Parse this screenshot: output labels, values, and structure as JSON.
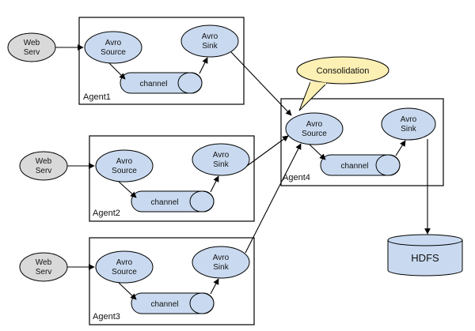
{
  "colors": {
    "node_fill": "#c9daf0",
    "web_fill": "#d9d9d9",
    "callout_fill": "#fdf0b4",
    "stroke": "#000000"
  },
  "web_servers": [
    {
      "line1": "Web",
      "line2": "Serv"
    },
    {
      "line1": "Web",
      "line2": "Serv"
    },
    {
      "line1": "Web",
      "line2": "Serv"
    }
  ],
  "agents": [
    {
      "label": "Agent1",
      "source": [
        "Avro",
        "Source"
      ],
      "sink": [
        "Avro",
        "Sink"
      ],
      "channel": "channel"
    },
    {
      "label": "Agent2",
      "source": [
        "Avro",
        "Source"
      ],
      "sink": [
        "Avro",
        "Sink"
      ],
      "channel": "channel"
    },
    {
      "label": "Agent3",
      "source": [
        "Avro",
        "Source"
      ],
      "sink": [
        "Avro",
        "Sink"
      ],
      "channel": "channel"
    },
    {
      "label": "Agent4",
      "source": [
        "Avro",
        "Source"
      ],
      "sink": [
        "Avro",
        "Sink"
      ],
      "channel": "channel"
    }
  ],
  "callout": "Consolidation",
  "storage": "HDFS"
}
